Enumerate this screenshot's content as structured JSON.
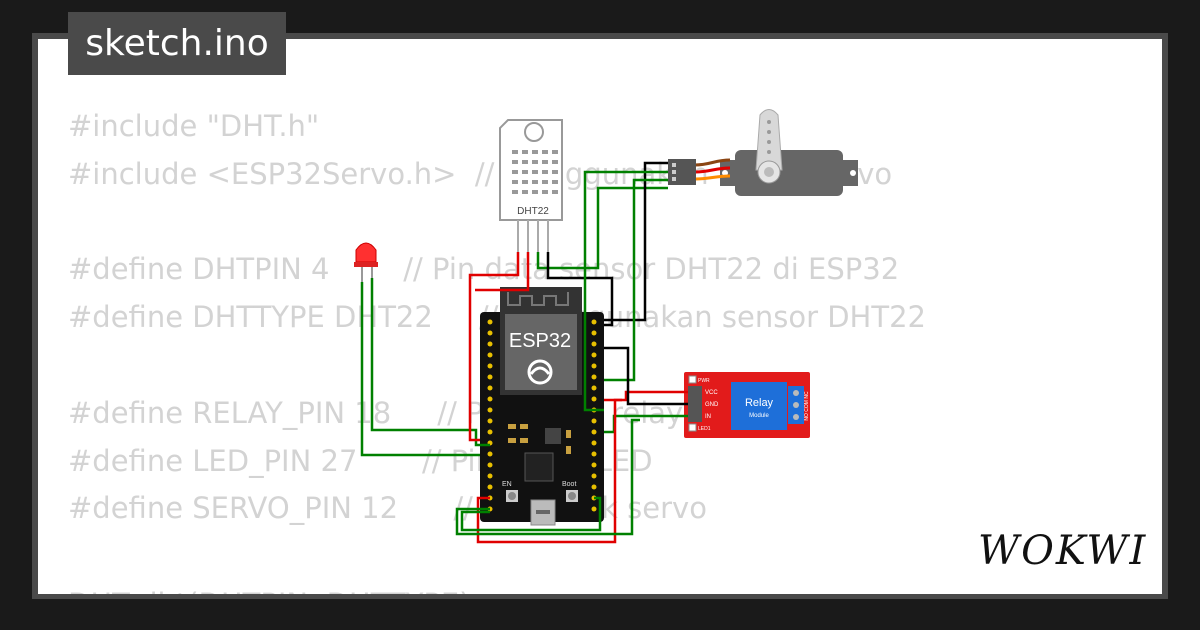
{
  "app": {
    "file_name": "sketch.ino",
    "brand": "WOKWI"
  },
  "code_lines": [
    "#include \"DHT.h\"",
    "#include <ESP32Servo.h>  // Menggunakan ESP32Servo",
    "",
    "#define DHTPIN 4        // Pin data sensor DHT22 di ESP32",
    "#define DHTTYPE DHT22     // Menggunakan sensor DHT22",
    "",
    "#define RELAY_PIN 18     // Pin untuk relay",
    "#define LED_PIN 27       // Pin untuk LED",
    "#define SERVO_PIN 12      // Pin untuk servo",
    "",
    "DHT dht(DHTPIN, DHTTYPE);"
  ],
  "components": {
    "dht": {
      "label": "DHT22"
    },
    "esp32": {
      "label": "ESP32",
      "btn_left": "EN",
      "btn_right": "Boot"
    },
    "relay": {
      "label": "Relay",
      "sublabel": "Module",
      "pin_pwr": "PWR",
      "pin_vcc": "VCC",
      "pin_gnd": "GND",
      "pin_in": "IN",
      "led_label": "LED1",
      "terminals": "NO COM NC"
    }
  },
  "colors": {
    "wire_green": "#008000",
    "wire_red": "#e00000",
    "wire_black": "#000000",
    "relay_red": "#e21b1b",
    "background": "#1a1a1a",
    "frame": "#4a4a4a"
  }
}
